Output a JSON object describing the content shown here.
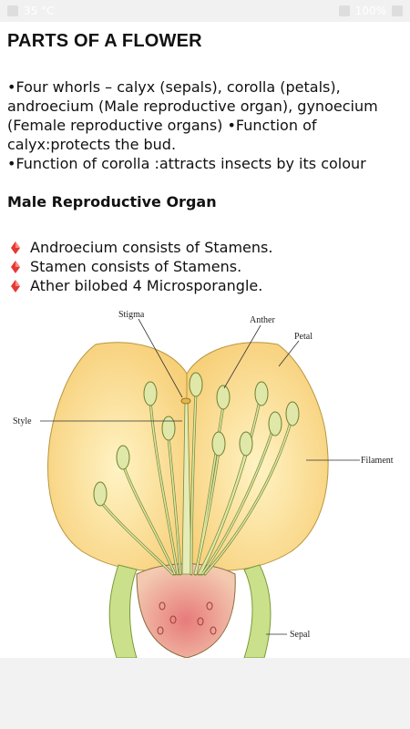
{
  "status_bar": {
    "left_text": "35 °C",
    "right_text": "100%"
  },
  "title": "PARTS OF A FLOWER",
  "intro": {
    "line1": "•Four whorls – calyx (sepals), corolla (petals),",
    "line2": "androecium (Male reproductive organ), gynoecium",
    "line3": "(Female reproductive organs) •Function of",
    "line4": "calyx:protects the bud.",
    "line5": "•Function of corolla :attracts insects by its colour"
  },
  "section_heading": "Male Reproductive Organ",
  "bullets": [
    "Androecium consists of Stamens.",
    "Stamen consists of Stamens.",
    "Ather bilobed 4 Microsporangle."
  ],
  "diagram_labels": {
    "stigma": "Stigma",
    "anther": "Anther",
    "petal": "Petal",
    "style": "Style",
    "filament": "Filament",
    "sepal": "Sepal"
  },
  "colors": {
    "bullet_diamond": "#e53935",
    "petal_fill": "#f8d98a",
    "filament_fill": "#dfe8a8",
    "sepal_fill": "#cbe08a",
    "ovary_fill": "#e98a8a"
  }
}
